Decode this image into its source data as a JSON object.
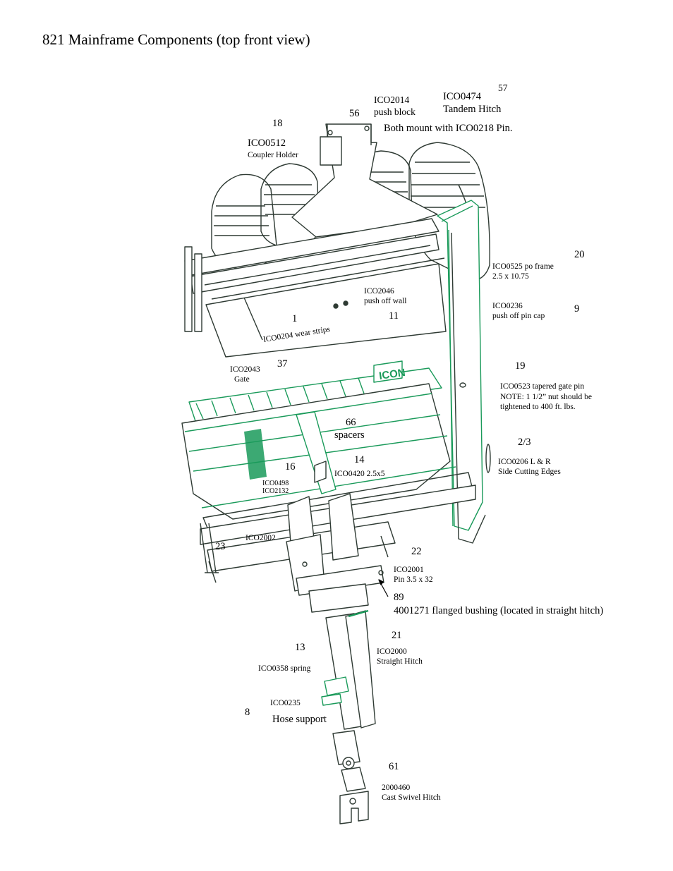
{
  "title": "821 Mainframe Components (top front view)",
  "callouts": {
    "n57": "57",
    "ico0474": "ICO0474",
    "tandem_hitch": "Tandem  Hitch",
    "ico2014": "ICO2014",
    "push_block": "push block",
    "n56": "56",
    "both_mount": "Both mount with ICO0218 Pin.",
    "n18": "18",
    "ico0512": "ICO0512",
    "coupler_holder": "Coupler Holder",
    "n20": "20",
    "ico0525": "ICO0525 po frame",
    "ico0525_size": "2.5 x 10.75",
    "ico2046": "ICO2046",
    "push_off_wall": "push off wall",
    "ico0236": "ICO0236",
    "push_off_pin_cap": "push off pin cap",
    "n9": "9",
    "n1": "1",
    "n11": "11",
    "ico0204": "ICO0204 wear strips",
    "n19": "19",
    "n37": "37",
    "ico2043": "ICO2043",
    "gate": "Gate",
    "ico0523": "ICO0523 tapered gate pin",
    "note1": "NOTE: 1 1/2”  nut should be",
    "note2": "tightened to 400 ft. lbs.",
    "n66": "66",
    "spacers": "spacers",
    "n2_3": "2/3",
    "n14": "14",
    "ico0420": "ICO0420 2.5x5",
    "ico0206": "ICO0206 L & R",
    "side_cutting": "Side Cutting Edges",
    "n16": "16",
    "ico0498": "ICO0498",
    "ico2132": "ICO2132",
    "ico2002": "ICO2002",
    "n23": "23",
    "n22": "22",
    "ico2001": "ICO2001",
    "pin_size": "Pin 3.5 x 32",
    "n89": "89",
    "bushing": "4001271 flanged bushing (located in straight hitch)",
    "n21": "21",
    "n13": "13",
    "ico2000": "ICO2000",
    "straight_hitch": "Straight Hitch",
    "ico0358": "ICO0358 spring",
    "ico0235": "ICO0235",
    "n8": "8",
    "hose_support": "Hose support",
    "n61": "61",
    "p2000460": "2000460",
    "cast_swivel": "Cast Swivel Hitch",
    "logo": "ICON"
  },
  "colors": {
    "line": "#2e3a33",
    "accent": "#1a9a5a"
  }
}
